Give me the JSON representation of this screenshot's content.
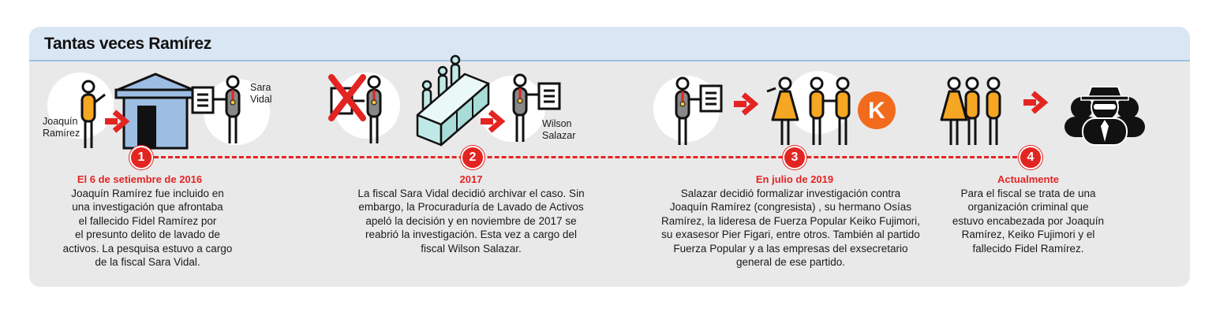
{
  "title": "Tantas veces Ramírez",
  "labels": {
    "joaquin": [
      "Joaquín",
      "Ramírez"
    ],
    "sara": [
      "Sara",
      "Vidal"
    ],
    "wilson": [
      "Wilson",
      "Salazar"
    ],
    "k_logo": "K"
  },
  "steps": [
    {
      "number": "1",
      "date": "El 6 de setiembre  de 2016",
      "lines": [
        "Joaquín Ramírez fue incluido en",
        "una investigación que afrontaba",
        "el fallecido Fidel Ramírez por",
        "el presunto delito de lavado de",
        "activos. La pesquisa estuvo a cargo",
        "de la fiscal Sara Vidal."
      ]
    },
    {
      "number": "2",
      "date": "2017",
      "lines": [
        "La fiscal Sara Vidal decidió archivar el caso. Sin",
        "embargo, la Procuraduría de Lavado de Activos",
        "apeló la decisión y en noviembre de 2017 se",
        "reabrió la investigación. Esta vez a cargo del",
        "fiscal Wilson Salazar."
      ]
    },
    {
      "number": "3",
      "date": "En julio de 2019",
      "lines": [
        "Salazar decidió formalizar investigación contra",
        "Joaquín Ramírez (congresista) , su hermano Osías",
        "Ramírez, la lideresa de Fuerza Popular Keiko Fujimori,",
        "su exasesor Pier Figari, entre otros. También al partido",
        "Fuerza Popular y a las empresas del exsecretario",
        "general de ese partido."
      ]
    },
    {
      "number": "4",
      "date": "Actualmente",
      "lines": [
        "Para el fiscal se trata de una",
        "organización criminal que",
        "estuvo encabezada por Joaquín",
        "Ramírez, Keiko Fujimori y el",
        "fallecido Fidel Ramírez."
      ]
    }
  ],
  "colors": {
    "accent": "#e32522",
    "orange": "#f5a623",
    "header_bg": "#d9e6f3",
    "card_bg": "#e9e9ea",
    "building": "#9dbde3",
    "teal": "#bfe9e6"
  }
}
